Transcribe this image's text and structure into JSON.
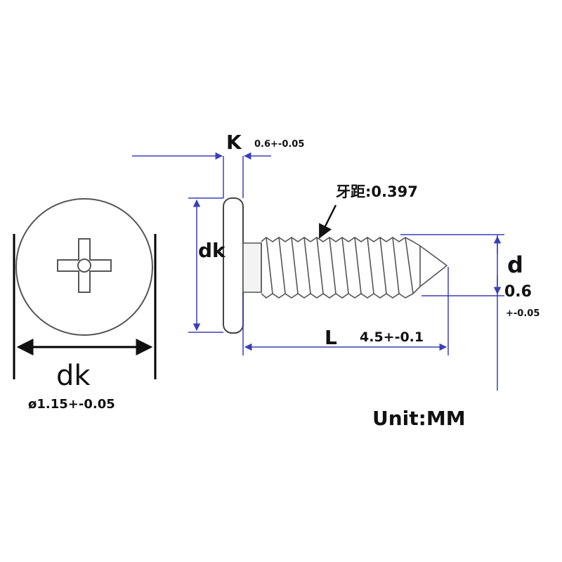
{
  "labels": {
    "k": "K",
    "k_value": "0.6+-0.05",
    "pitch": "牙距:0.397",
    "dk_side": "dk",
    "d": "d",
    "d_value": "0.6",
    "d_tol": "+-0.05",
    "l": "L",
    "l_value": "4.5+-0.1",
    "dk_top": "dk",
    "dk_value": "ø1.15+-0.05",
    "unit": "Unit:MM"
  },
  "colors": {
    "dimension_line": "#3a3fb8",
    "outline": "#555555",
    "text": "#111111"
  }
}
